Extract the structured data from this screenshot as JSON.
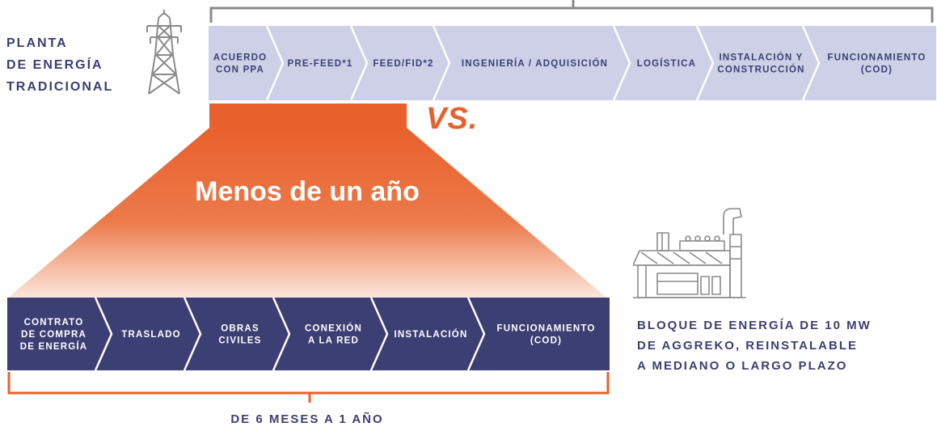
{
  "traditional_plant": {
    "label_lines": [
      "PLANTA",
      "DE ENERGÍA",
      "TRADICIONAL"
    ],
    "steps": [
      {
        "lines": [
          "ACUERDO",
          "CON PPA"
        ]
      },
      {
        "lines": [
          "PRE-FEED*1"
        ]
      },
      {
        "lines": [
          "FEED/FID*2"
        ]
      },
      {
        "lines": [
          "INGENIERÍA / ADQUISICIÓN"
        ]
      },
      {
        "lines": [
          "LOGÍSTICA"
        ]
      },
      {
        "lines": [
          "INSTALACIÓN Y",
          "CONSTRUCCIÓN"
        ]
      },
      {
        "lines": [
          "FUNCIONAMIENTO",
          "(COD)"
        ]
      }
    ]
  },
  "comparison": {
    "vs": "VS.",
    "headline": "Menos de un año"
  },
  "aggreko_plant": {
    "steps": [
      {
        "lines": [
          "CONTRATO",
          "DE COMPRA",
          "DE ENERGÍA"
        ]
      },
      {
        "lines": [
          "TRASLADO"
        ]
      },
      {
        "lines": [
          "OBRAS",
          "CIVILES"
        ]
      },
      {
        "lines": [
          "CONEXIÓN",
          "A LA RED"
        ]
      },
      {
        "lines": [
          "INSTALACIÓN"
        ]
      },
      {
        "lines": [
          "FUNCIONAMIENTO",
          "(COD)"
        ]
      }
    ],
    "duration": "DE 6 MESES A 1 AÑO",
    "caption_lines": [
      "BLOQUE DE ENERGÍA DE 10 MW",
      "DE AGGREKO, REINSTALABLE",
      "A MEDIANO O LARGO PLAZO"
    ]
  },
  "icons": [
    "transmission-tower-icon",
    "power-plant-icon"
  ],
  "colors": {
    "navy": "#3b3f73",
    "light_lavender": "#cdd0e7",
    "orange": "#e8602c",
    "bracket_gray": "#8a8a8a",
    "separator": "#ffffff"
  }
}
